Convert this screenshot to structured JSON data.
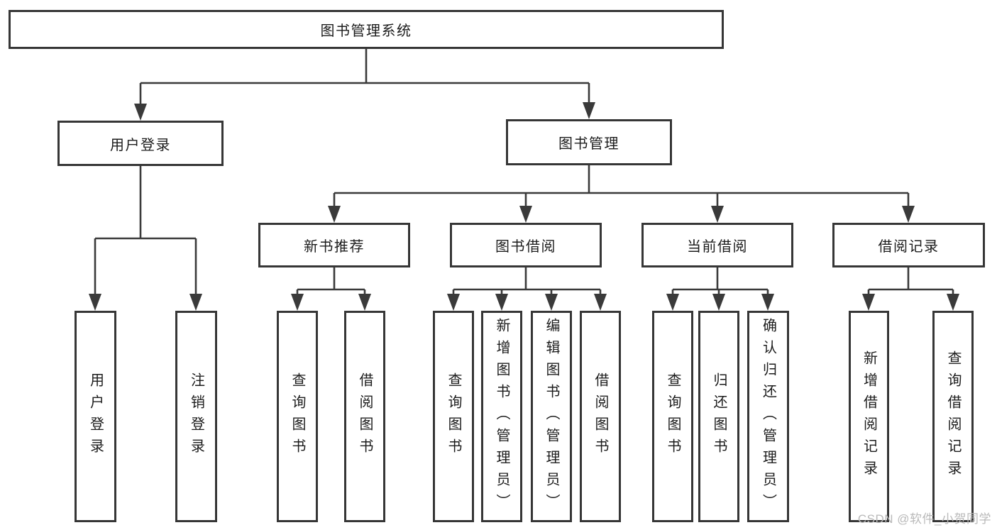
{
  "colors": {
    "background": "#ffffff",
    "line": "#3a3a3a",
    "box_border": "#363636",
    "text": "#1c1c1c",
    "watermark": "#b9b9b9"
  },
  "diagram_type": "hierarchy-tree",
  "tree": {
    "root": {
      "label": "图书管理系统",
      "children": [
        {
          "label": "用户登录",
          "children": [
            {
              "label": "用户登录"
            },
            {
              "label": "注销登录"
            }
          ]
        },
        {
          "label": "图书管理",
          "children": [
            {
              "label": "新书推荐",
              "children": [
                {
                  "label": "查询图书"
                },
                {
                  "label": "借阅图书"
                }
              ]
            },
            {
              "label": "图书借阅",
              "children": [
                {
                  "label": "查询图书"
                },
                {
                  "label": "新增图书（管理员）"
                },
                {
                  "label": "编辑图书（管理员）"
                },
                {
                  "label": "借阅图书"
                }
              ]
            },
            {
              "label": "当前借阅",
              "children": [
                {
                  "label": "查询图书"
                },
                {
                  "label": "归还图书"
                },
                {
                  "label": "确认归还（管理员）"
                }
              ]
            },
            {
              "label": "借阅记录",
              "children": [
                {
                  "label": "新增借阅记录"
                },
                {
                  "label": "查询借阅记录"
                }
              ]
            }
          ]
        }
      ]
    }
  },
  "watermark": {
    "text": "CSDN @软件_小贺同学"
  }
}
